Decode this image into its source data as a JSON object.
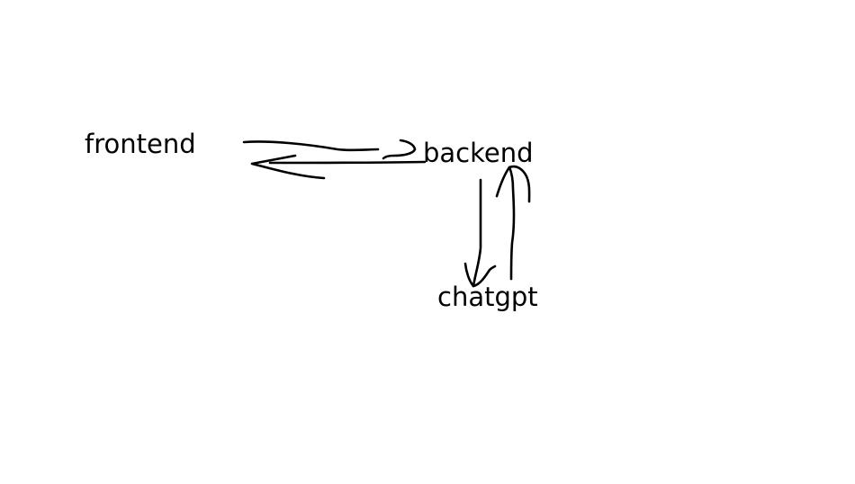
{
  "nodes": {
    "frontend": "frontend",
    "backend": "backend",
    "chatgpt": "chatgpt"
  },
  "colors": {
    "background": "#ffffff",
    "ink": "#000000"
  },
  "edges": [
    {
      "from": "frontend",
      "to": "backend"
    },
    {
      "from": "backend",
      "to": "frontend"
    },
    {
      "from": "backend",
      "to": "chatgpt"
    },
    {
      "from": "chatgpt",
      "to": "backend"
    }
  ]
}
